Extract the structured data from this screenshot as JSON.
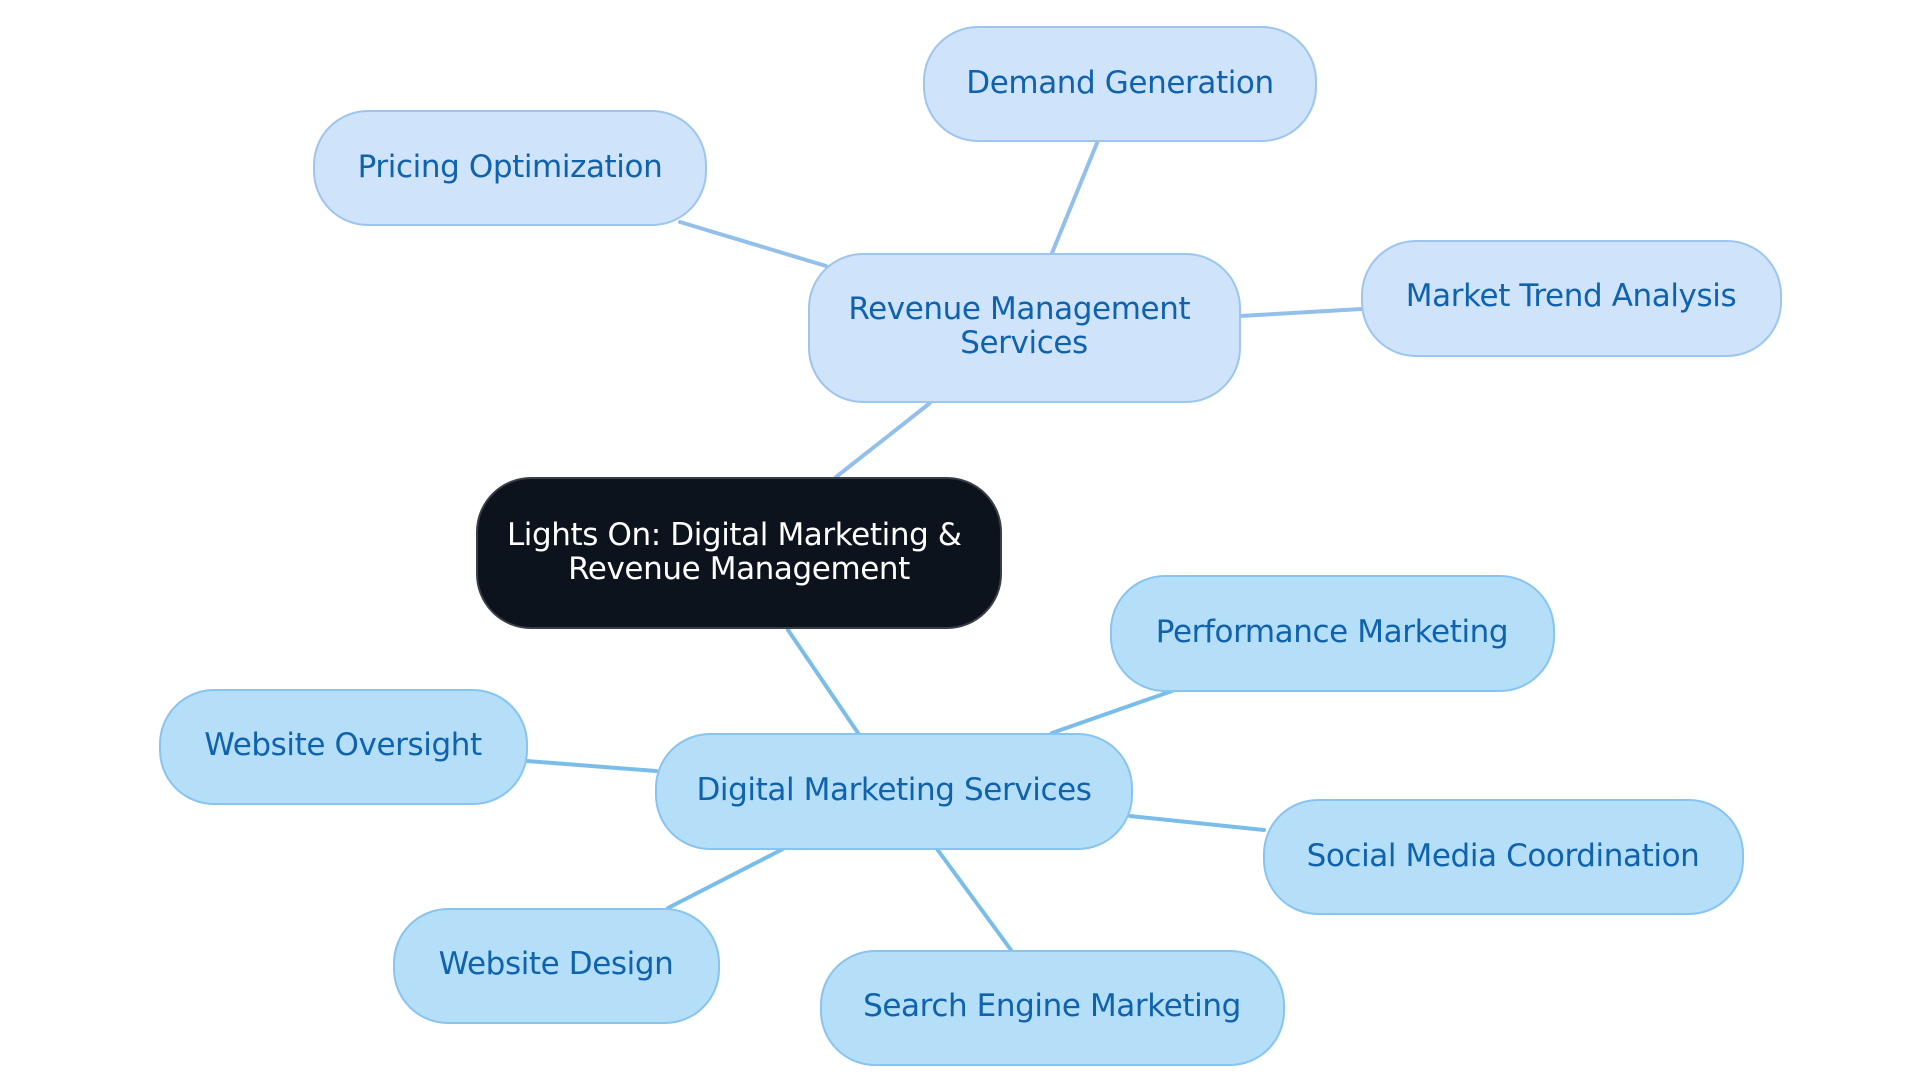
{
  "root": {
    "label_line1": "Lights On: Digital Marketing &",
    "label_line2": "Revenue Management"
  },
  "revenue_management": {
    "label_line1": "Revenue Management",
    "label_line2": "Services",
    "children": {
      "pricing": "Pricing Optimization",
      "demand": "Demand Generation",
      "market_trend": "Market Trend Analysis"
    }
  },
  "digital_marketing": {
    "label": "Digital Marketing Services",
    "children": {
      "performance": "Performance Marketing",
      "website_oversight": "Website Oversight",
      "social_media": "Social Media Coordination",
      "website_design": "Website Design",
      "sem": "Search Engine Marketing"
    }
  },
  "colors": {
    "root_fill": "#0c131c",
    "revenue_branch_fill": "#cfe3fb",
    "digital_branch_fill": "#b5def9",
    "node_text": "#0f62ae",
    "connector_revenue": "#93c0ea",
    "connector_digital": "#7bbde9"
  }
}
